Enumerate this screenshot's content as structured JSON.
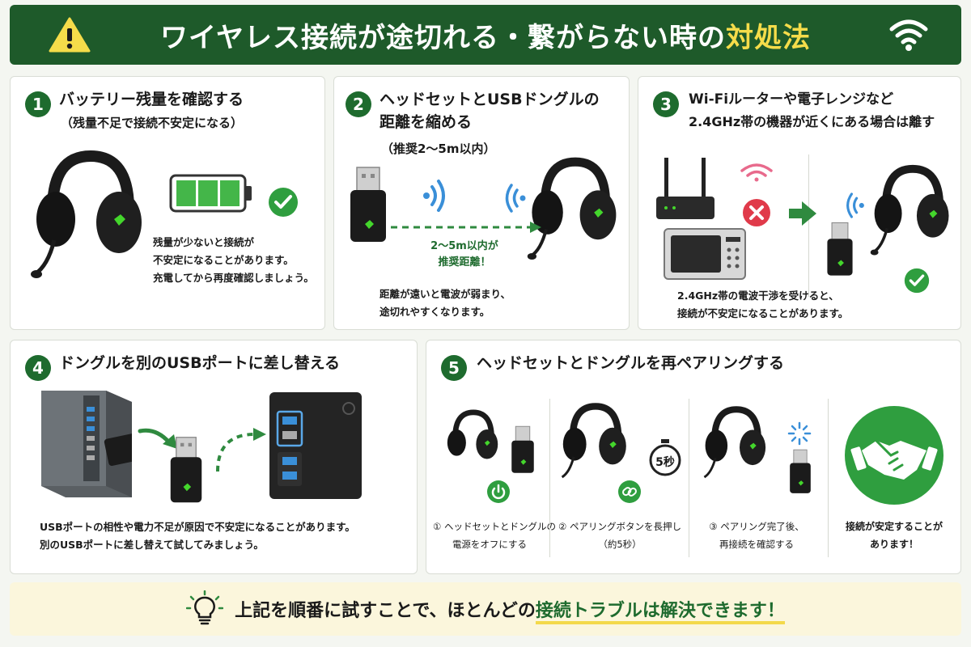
{
  "header": {
    "title_main": "ワイヤレス接続が途切れる・繋がらない時の",
    "title_highlight": "対処法",
    "warning_icon": "warning-icon",
    "wifi_icon": "wifi-icon"
  },
  "step1": {
    "num": "1",
    "title": "バッテリー残量を確認する",
    "subtitle": "（残量不足で接続不安定になる）",
    "desc": [
      "残量が少ないと接続が",
      "不安定になることがあります。",
      "充電してから再度確認しましょう。"
    ]
  },
  "step2": {
    "num": "2",
    "title_lines": [
      "ヘッドセットとUSBドングルの",
      "距離を縮める"
    ],
    "subtitle": "（推奨2〜5m以内）",
    "distance_label": [
      "2〜5m以内が",
      "推奨距離！"
    ],
    "desc": [
      "距離が遠いと電波が弱まり、",
      "途切れやすくなります。"
    ]
  },
  "step3": {
    "num": "3",
    "title_lines": [
      "Wi-Fiルーターや電子レンジなど",
      "2.4GHz帯の機器が近くにある場合は離す"
    ],
    "desc": [
      "2.4GHz帯の電波干渉を受けると、",
      "接続が不安定になることがあります。"
    ]
  },
  "step4": {
    "num": "4",
    "title": "ドングルを別のUSBポートに差し替える",
    "desc": [
      "USBポートの相性や電力不足が原因で不安定になることがあります。",
      "別のUSBポートに差し替えて試してみましょう。"
    ]
  },
  "step5": {
    "num": "5",
    "title": "ヘッドセットとドングルを再ペアリングする",
    "timer_label": "5秒",
    "sub1": [
      "① ヘッドセットとドングルの",
      "電源をオフにする"
    ],
    "sub2": [
      "② ペアリングボタンを長押し",
      "（約5秒）"
    ],
    "sub3": [
      "③ ペアリング完了後、",
      "再接続を確認する"
    ],
    "sub4": [
      "接続が安定することが",
      "あります！"
    ]
  },
  "footer": {
    "text_main": "上記を順番に試すことで、ほとんどの",
    "text_highlight": "接続トラブルは解決できます！",
    "icon": "lightbulb-icon"
  },
  "colors": {
    "brand_green": "#1e6b2e",
    "header_bg": "#1e5a2a",
    "highlight_yellow": "#f5dc4a",
    "razer_green": "#44d62c",
    "error_red": "#e03a4a",
    "info_blue": "#3a8fd8"
  }
}
